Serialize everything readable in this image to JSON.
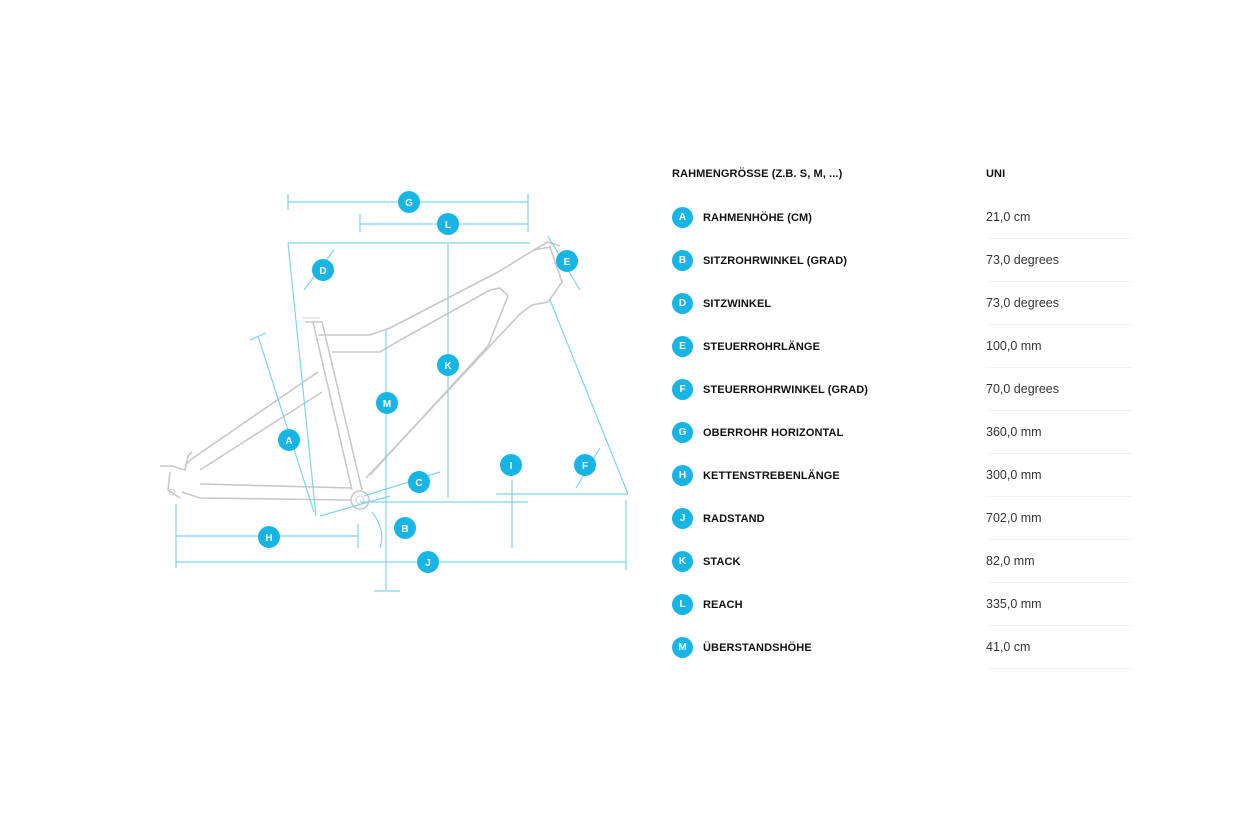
{
  "table": {
    "header_label": "RAHMENGRÖSSE (Z.B. S, M, ...)",
    "header_value": "UNI",
    "rows": [
      {
        "key": "A",
        "label": "RAHMENHÖHE (CM)",
        "value": "21,0 cm"
      },
      {
        "key": "B",
        "label": "SITZROHRWINKEL (GRAD)",
        "value": "73,0 degrees"
      },
      {
        "key": "D",
        "label": "SITZWINKEL",
        "value": "73,0 degrees"
      },
      {
        "key": "E",
        "label": "STEUERROHRLÄNGE",
        "value": "100,0 mm"
      },
      {
        "key": "F",
        "label": "STEUERROHRWINKEL (GRAD)",
        "value": "70,0 degrees"
      },
      {
        "key": "G",
        "label": "OBERROHR HORIZONTAL",
        "value": "360,0 mm"
      },
      {
        "key": "H",
        "label": "KETTENSTREBENLÄNGE",
        "value": "300,0 mm"
      },
      {
        "key": "J",
        "label": "RADSTAND",
        "value": "702,0 mm"
      },
      {
        "key": "K",
        "label": "STACK",
        "value": "82,0 mm"
      },
      {
        "key": "L",
        "label": "REACH",
        "value": "335,0 mm"
      },
      {
        "key": "M",
        "label": "ÜBERSTANDSHÖHE",
        "value": "41,0 cm"
      }
    ]
  },
  "diagram": {
    "markers": {
      "G": "G",
      "L": "L",
      "D": "D",
      "E": "E",
      "K": "K",
      "M": "M",
      "A": "A",
      "I": "I",
      "F": "F",
      "C": "C",
      "B": "B",
      "H": "H",
      "J": "J"
    },
    "accent_color": "#16b5e6",
    "frame_color": "#c8c8c8"
  }
}
